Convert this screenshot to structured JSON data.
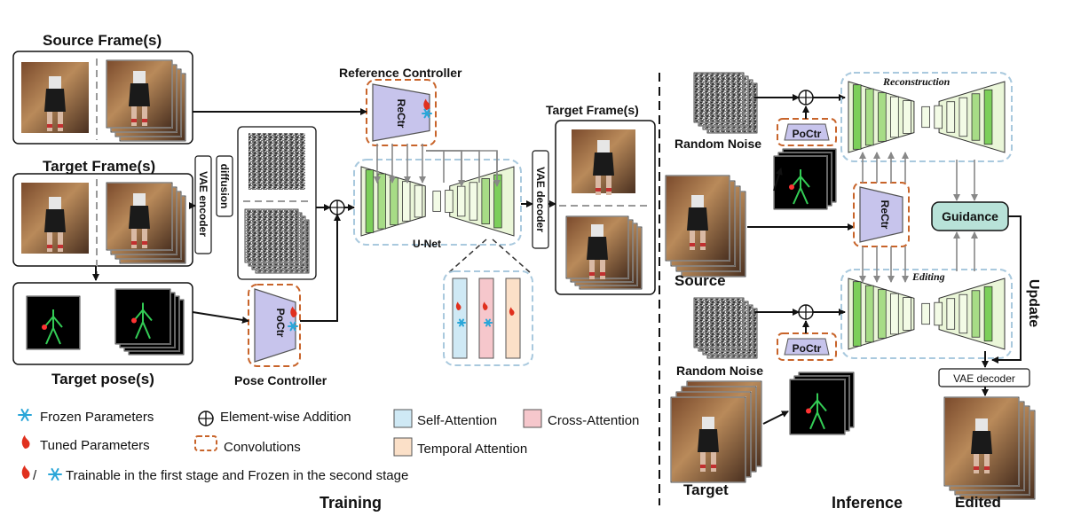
{
  "training": {
    "source_frames": "Source Frame(s)",
    "target_frames": "Target Frame(s)",
    "target_poses": "Target pose(s)",
    "vae_encoder": "VAE encoder",
    "diffusion": "diffusion",
    "reference_controller": "Reference Controller",
    "recr": "ReCtr",
    "pocr": "PoCtr",
    "pose_controller": "Pose Controller",
    "unet": "U-Net",
    "vae_decoder": "VAE decoder",
    "output_frames": "Target Frame(s)",
    "caption": "Training"
  },
  "legend": {
    "frozen": "Frozen Parameters",
    "tuned": "Tuned Parameters",
    "trainable": "Trainable in the first stage and Frozen in the second stage",
    "addition": "Element-wise Addition",
    "convolutions": "Convolutions",
    "self_attention": "Self-Attention",
    "cross_attention": "Cross-Attention",
    "temporal_attention": "Temporal Attention",
    "slash": "/"
  },
  "inference": {
    "random_noise_top": "Random Noise",
    "random_noise_bottom": "Random Noise",
    "pocr_top": "PoCtr",
    "pocr_bottom": "PoCtr",
    "recr": "ReCtr",
    "reconstruction": "Reconstruction",
    "editing": "Editing",
    "guidance": "Guidance",
    "update": "Update",
    "vae_decoder": "VAE decoder",
    "source": "Source",
    "target": "Target",
    "edited": "Edited",
    "caption": "Inference"
  },
  "colors": {
    "ctrl_fill": "#c7c4ec",
    "unet_fill": "#eaf6d8",
    "unet_dark": "#7ccf5a",
    "dashed_blue": "#a9c9de",
    "dashed_orange": "#c8642a",
    "guidance_fill": "#b8e2d8",
    "self_attn": "#cfe9f5",
    "cross_attn": "#f6c7cc",
    "temporal_attn": "#fbe0c8"
  }
}
